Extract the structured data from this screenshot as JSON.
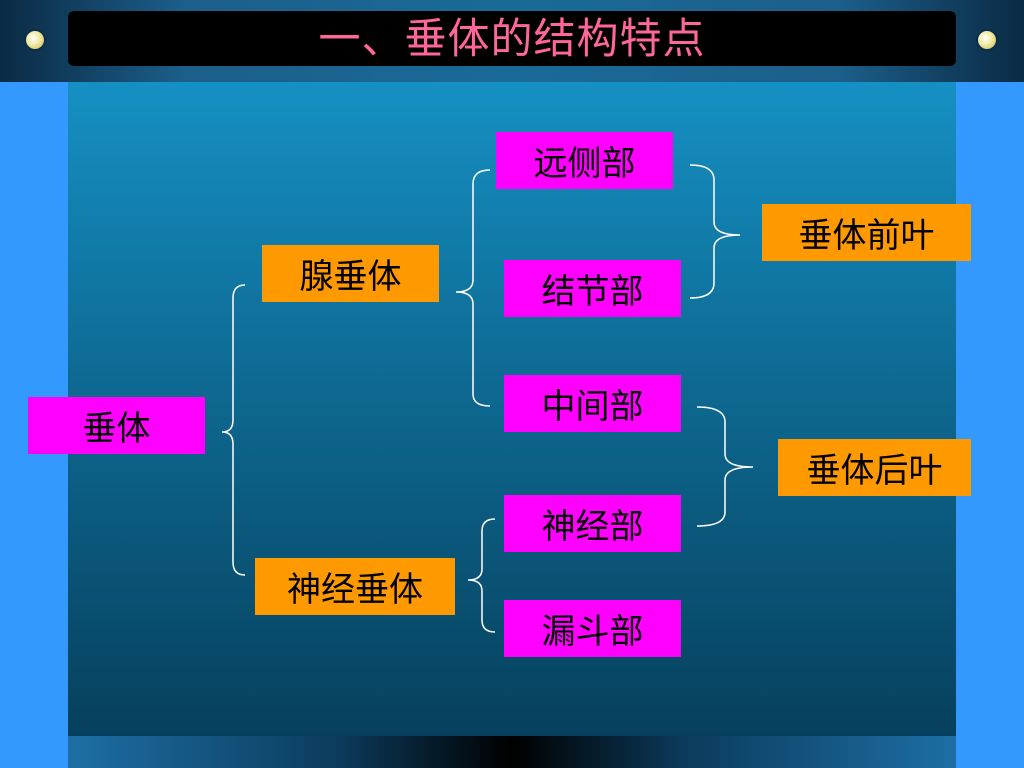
{
  "slide": {
    "title": "一、垂体的结构特点"
  },
  "diagram": {
    "root": "垂体",
    "lobes": {
      "adeno": "腺垂体",
      "neuro": "神经垂体"
    },
    "parts": {
      "distalis": "远侧部",
      "tuberalis": "结节部",
      "intermedia": "中间部",
      "nervosa": "神经部",
      "infundibulum": "漏斗部"
    },
    "groups": {
      "anterior": "垂体前叶",
      "posterior": "垂体后叶"
    }
  },
  "colors": {
    "magenta_box": "#ff00ff",
    "orange_box": "#ff9900",
    "title_text": "#ff6699",
    "side_bars": "#3399ff"
  }
}
